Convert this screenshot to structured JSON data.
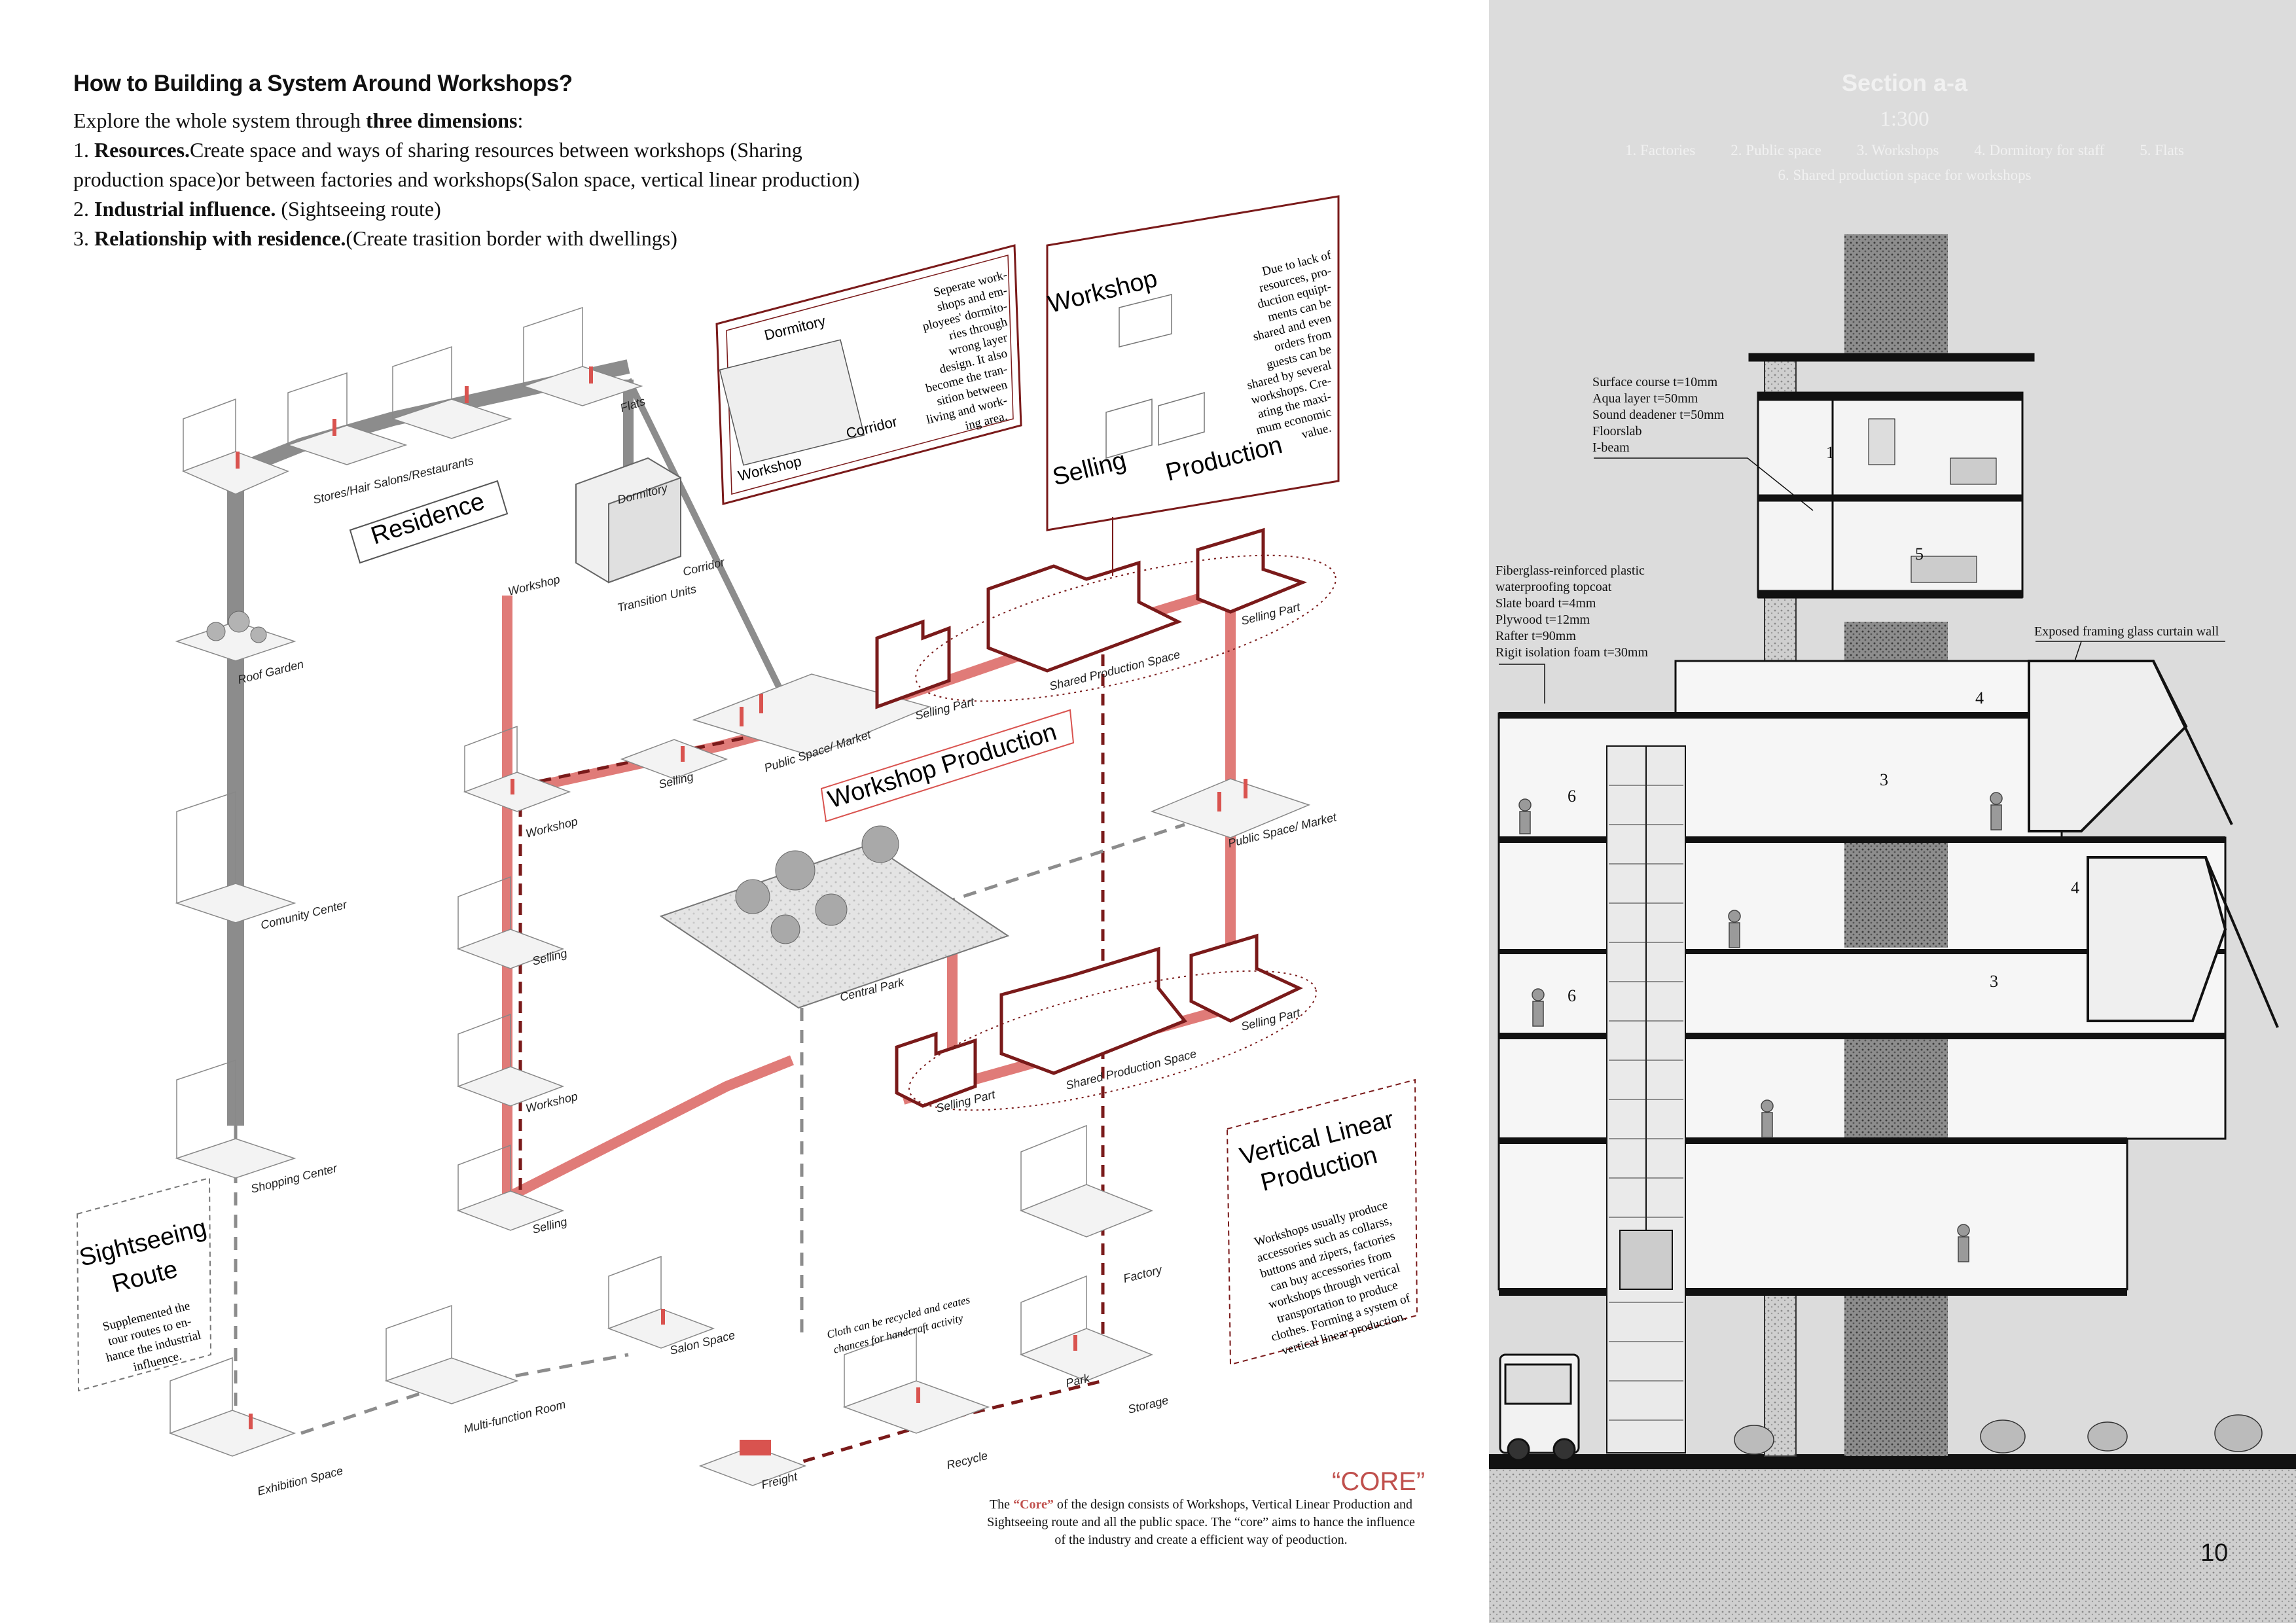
{
  "intro": {
    "title": "How to Building a System Around Workshops?",
    "line1_pre": "Explore the whole system through ",
    "line1_bold": "three dimensions",
    "line1_post": ":",
    "item1_num": "1. ",
    "item1_bold": "Resources.",
    "item1_text": "Create space and ways of  sharing resources between workshops (Sharing production space)or between factories and workshops(Salon space, vertical linear production)",
    "item2_num": "2. ",
    "item2_bold": "Industrial influence.",
    "item2_text": " (Sightseeing route)",
    "item3_num": "3. ",
    "item3_bold": "Relationship with residence.",
    "item3_text": "(Create trasition border with dwellings)"
  },
  "labels": {
    "residence": "Residence",
    "workshop_production": "Workshop Production",
    "sightseeing_title_1": "Sightseeing",
    "sightseeing_title_2": "Route",
    "sightseeing_desc": [
      "Supplemented the",
      "tour routes to en-",
      "hance the industrial",
      "influence."
    ],
    "vertical_title_1": "Vertical Linear",
    "vertical_title_2": "Production",
    "vertical_desc": [
      "Workshops usually produce",
      "accessories such as collarss,",
      "buttons and zipers, factories",
      "can buy accessories from",
      "workshops through vertical",
      "transportation to produce",
      "clothes. Forming a system of",
      "vertical linear production."
    ],
    "dorm_box_desc": [
      "Seperate work-",
      "shops and em-",
      "ployees' dormito-",
      "ries through",
      "wrong layer",
      "design. It also",
      "become the tran-",
      "sition between",
      "living and work-",
      "ing area."
    ],
    "dorm_box_dormitory": "Dormitory",
    "dorm_box_corridor": "Corridor",
    "dorm_box_workshop": "Workshop",
    "workshop_box_title": "Workshop",
    "workshop_box_selling": "Selling",
    "workshop_box_production": "Production",
    "workshop_box_desc": [
      "Due to lack of",
      "resources, pro-",
      "duction  equipt-",
      "ments can be",
      "shared and even",
      "orders from",
      "guests can be",
      "shared by several",
      "workshops. Cre-",
      "ating the maxi-",
      "mum economic",
      "value."
    ],
    "recycle_note": [
      "Cloth can be recycled and ceates",
      "chances for handcraft activity"
    ],
    "spaces": {
      "flats": "Flats",
      "stores": "Stores/Hair Salons/Restaurants",
      "dormitory": "Dormitory",
      "corridor": "Corridor",
      "workshop_unit": "Workshop",
      "transition_units": "Transition Units",
      "roof_garden": "Roof Garden",
      "comunity_center": "Comunity Center",
      "shopping_center": "Shopping Center",
      "exhibition_space": "Exhibition Space",
      "multi_function": "Multi-function Room",
      "salon_space": "Salon Space",
      "workshop": "Workshop",
      "selling": "Selling",
      "public_market": "Public Space/ Market",
      "selling_part": "Selling Part",
      "shared_production": "Shared Production Space",
      "central_park": "Central Park",
      "factory": "Factory",
      "storage": "Storage",
      "park": "Park",
      "recycle": "Recycle",
      "freight": "Freight"
    }
  },
  "core": {
    "title": "“CORE”",
    "text_pre": "The ",
    "text_hl": "“Core”",
    "text_post": " of the design consists of Workshops, Vertical Linear Production and Sightseeing route and all the public space. The “core” aims to hance the influence of the industry and create a efficient way of peoduction."
  },
  "section": {
    "title": "Section a-a",
    "scale": "1:300",
    "legend": [
      "1. Factories",
      "2. Public space",
      "3. Workshops",
      "4. Dormitory for staff",
      "5. Flats"
    ],
    "legend_line2": "6. Shared production space for workshops",
    "roof_materials": [
      "Surface course t=10mm",
      "Aqua layer t=50mm",
      "Sound deadener t=50mm",
      "Floorslab",
      "I-beam"
    ],
    "canopy_materials": [
      "Fiberglass-reinforced plastic",
      "waterproofing topcoat",
      "Slate board t=4mm",
      "Plywood t=12mm",
      "Rafter t=90mm",
      "Rigit isolation foam t=30mm"
    ],
    "curtain_wall": "Exposed framing glass curtain wall",
    "numbers": [
      "1",
      "5",
      "4",
      "3",
      "6",
      "4",
      "3",
      "6"
    ]
  },
  "page_number": "10",
  "colors": {
    "accent_red": "#c0504d",
    "dark_red": "#7a1a1a",
    "route_grey": "#8c8c8c",
    "section_bg": "#dcdcdc"
  }
}
